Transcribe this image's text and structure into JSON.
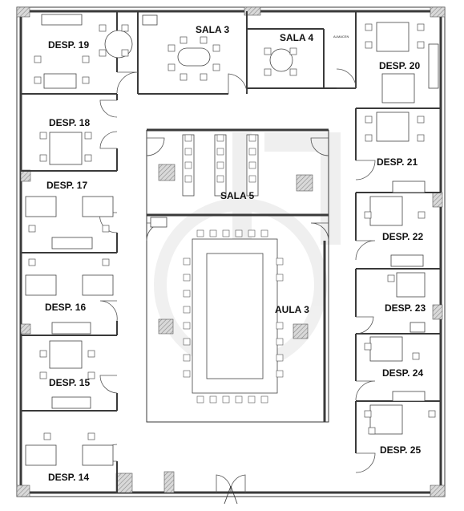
{
  "rooms": {
    "desp19": "DESP. 19",
    "sala3": "SALA 3",
    "sala4": "SALA 4",
    "almacen": "ALMACEN",
    "desp20": "DESP. 20",
    "desp18": "DESP. 18",
    "desp21": "DESP. 21",
    "desp17": "DESP. 17",
    "sala5": "SALA 5",
    "desp22": "DESP. 22",
    "desp16": "DESP. 16",
    "aula3": "AULA 3",
    "desp23": "DESP. 23",
    "desp15": "DESP. 15",
    "desp24": "DESP. 24",
    "desp14": "DESP. 14",
    "desp25": "DESP. 25"
  },
  "colors": {
    "wall": "#3a3a3a",
    "hatch": "#9a9a9a",
    "watermark": "#e6e6e6"
  }
}
